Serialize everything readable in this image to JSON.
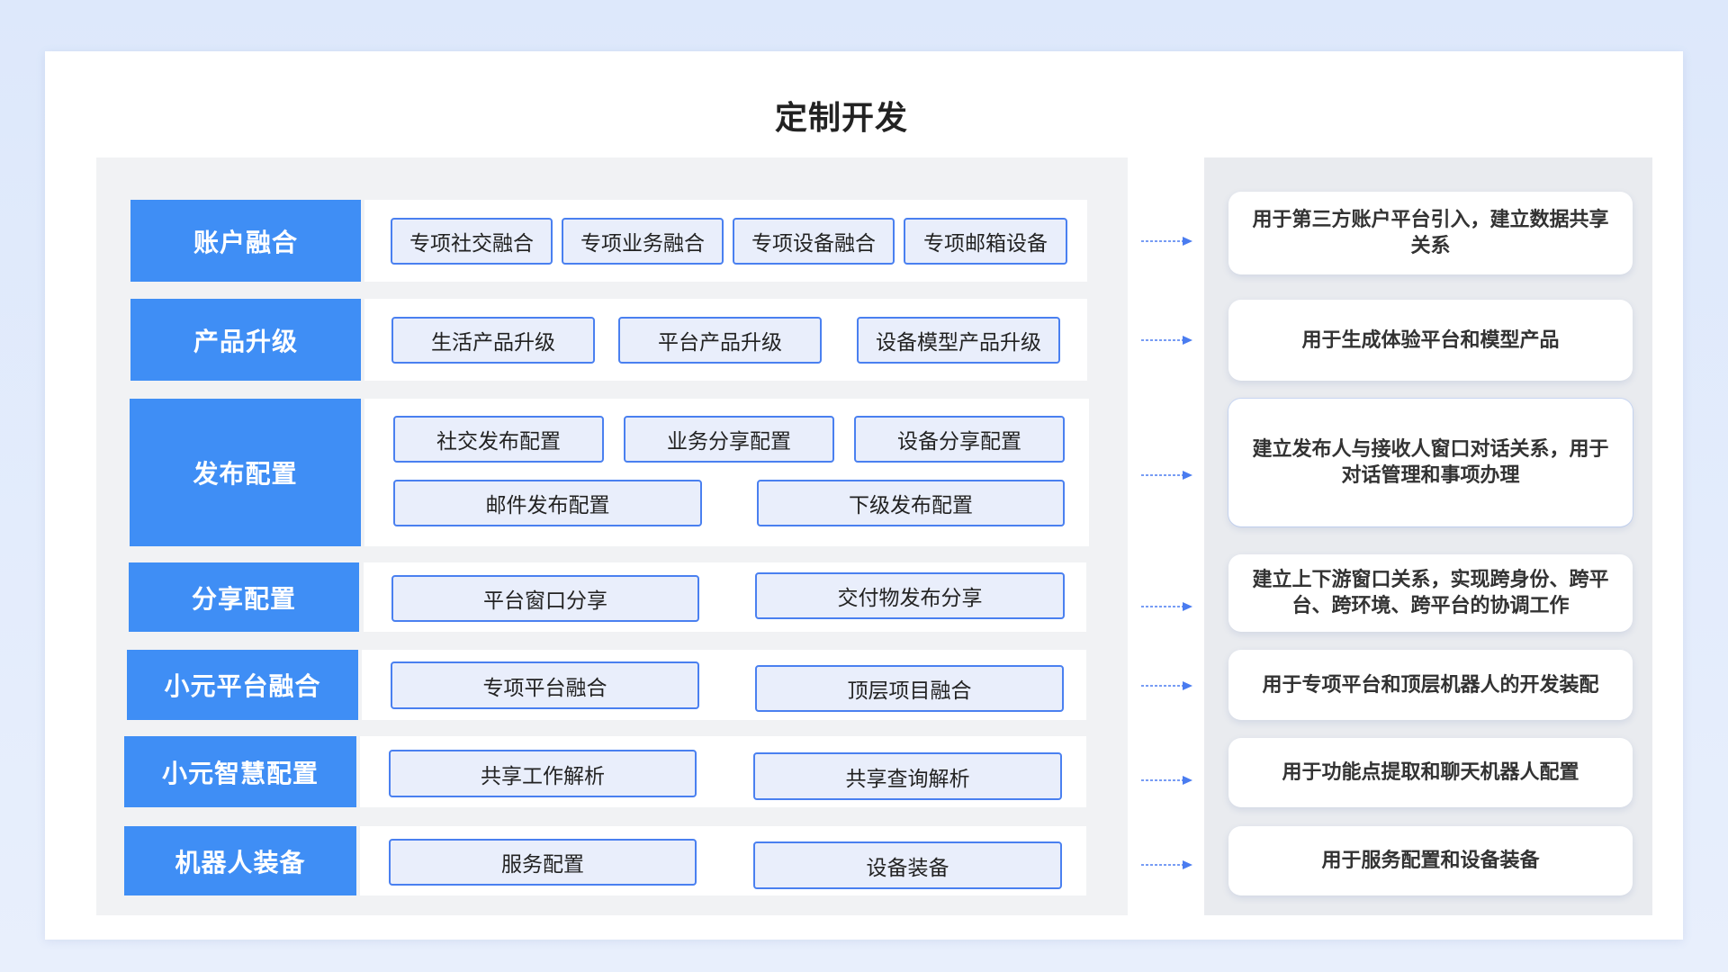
{
  "title": "定制开发",
  "rows": [
    {
      "category": "账户融合",
      "items": [
        "专项社交融合",
        "专项业务融合",
        "专项设备融合",
        "专项邮箱设备"
      ],
      "description": "用于第三方账户平台引入，建立数据共享关系"
    },
    {
      "category": "产品升级",
      "items": [
        "生活产品升级",
        "平台产品升级",
        "设备模型产品升级"
      ],
      "description": "用于生成体验平台和模型产品"
    },
    {
      "category": "发布配置",
      "items": [
        "社交发布配置",
        "业务分享配置",
        "设备分享配置",
        "邮件发布配置",
        "下级发布配置"
      ],
      "description": "建立发布人与接收人窗口对话关系，用于对话管理和事项办理"
    },
    {
      "category": "分享配置",
      "items": [
        "平台窗口分享",
        "交付物发布分享"
      ],
      "description": "建立上下游窗口关系，实现跨身份、跨平台、跨环境、跨平台的协调工作"
    },
    {
      "category": "小元平台融合",
      "items": [
        "专项平台融合",
        "顶层项目融合"
      ],
      "description": "用于专项平台和顶层机器人的开发装配"
    },
    {
      "category": "小元智慧配置",
      "items": [
        "共享工作解析",
        "共享查询解析"
      ],
      "description": "用于功能点提取和聊天机器人配置"
    },
    {
      "category": "机器人装备",
      "items": [
        "服务配置",
        "设备装备"
      ],
      "description": "用于服务配置和设备装备"
    }
  ],
  "colors": {
    "category_bg": "#3f8ef5",
    "chip_border": "#4a80f0",
    "chip_bg": "#e9eefb",
    "arrow": "#4a7cf0"
  }
}
